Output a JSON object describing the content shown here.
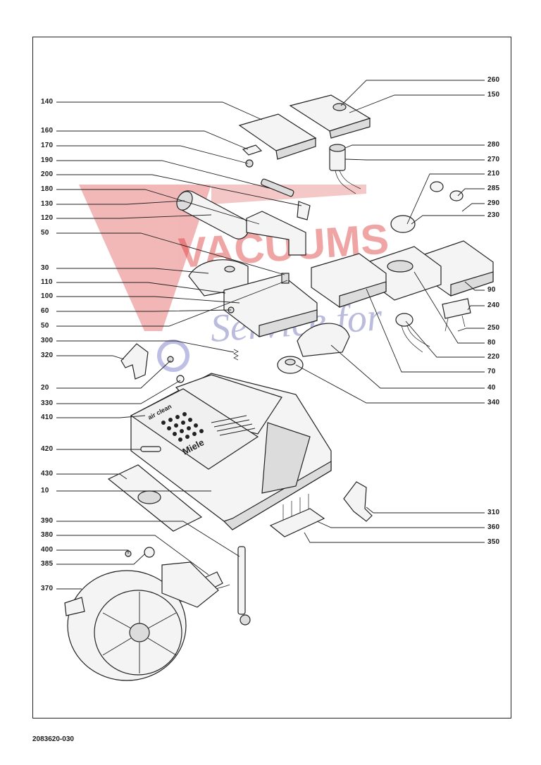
{
  "document_number": "2083620-030",
  "watermark": {
    "brand_text": "VACUUMS",
    "service_text": "Service for",
    "color": "#e03a3a",
    "service_color": "#6b6bb8"
  },
  "panel_text": {
    "air_clean": "air clean",
    "brand": "Miele"
  },
  "callouts_left": [
    "140",
    "160",
    "170",
    "190",
    "200",
    "180",
    "130",
    "120",
    "50",
    "30",
    "110",
    "100",
    "60",
    "50",
    "300",
    "320",
    "20",
    "330",
    "410",
    "420",
    "430",
    "10",
    "390",
    "380",
    "400",
    "385",
    "370"
  ],
  "callouts_right": [
    "260",
    "150",
    "280",
    "270",
    "210",
    "285",
    "290",
    "230",
    "90",
    "240",
    "250",
    "80",
    "220",
    "70",
    "40",
    "340",
    "310",
    "360",
    "350"
  ]
}
